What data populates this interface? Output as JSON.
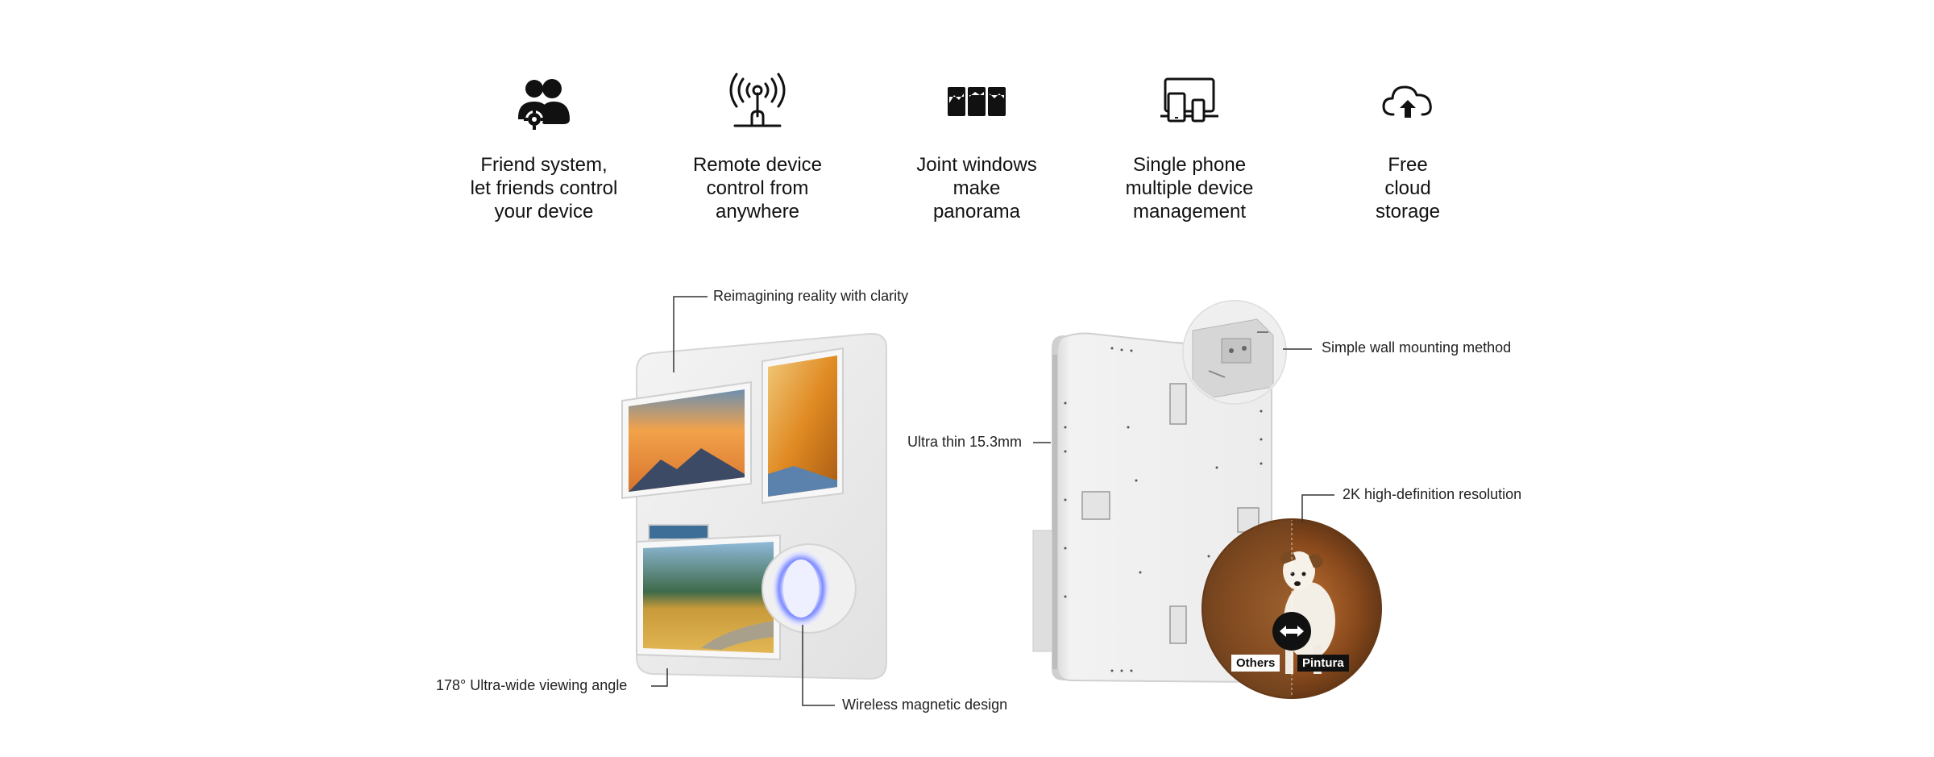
{
  "features": [
    {
      "icon": "friends-gear-icon",
      "text": "Friend system,\nlet friends control\nyour device"
    },
    {
      "icon": "antenna-signal-icon",
      "text": "Remote device\ncontrol from\nanywhere"
    },
    {
      "icon": "panorama-windows-icon",
      "text": "Joint windows\nmake\npanorama"
    },
    {
      "icon": "multi-device-icon",
      "text": "Single phone\nmultiple device\nmanagement"
    },
    {
      "icon": "cloud-upload-icon",
      "text": "Free\ncloud\nstorage"
    }
  ],
  "callouts": {
    "clarity": "Reimagining reality with clarity",
    "viewing_angle": "178° Ultra-wide viewing angle",
    "magnetic": "Wireless magnetic design",
    "thin": "Ultra thin 15.3mm",
    "mounting": "Simple wall mounting method",
    "resolution": "2K high-definition resolution"
  },
  "comparison": {
    "left_label": "Others",
    "right_label": "Pintura"
  }
}
